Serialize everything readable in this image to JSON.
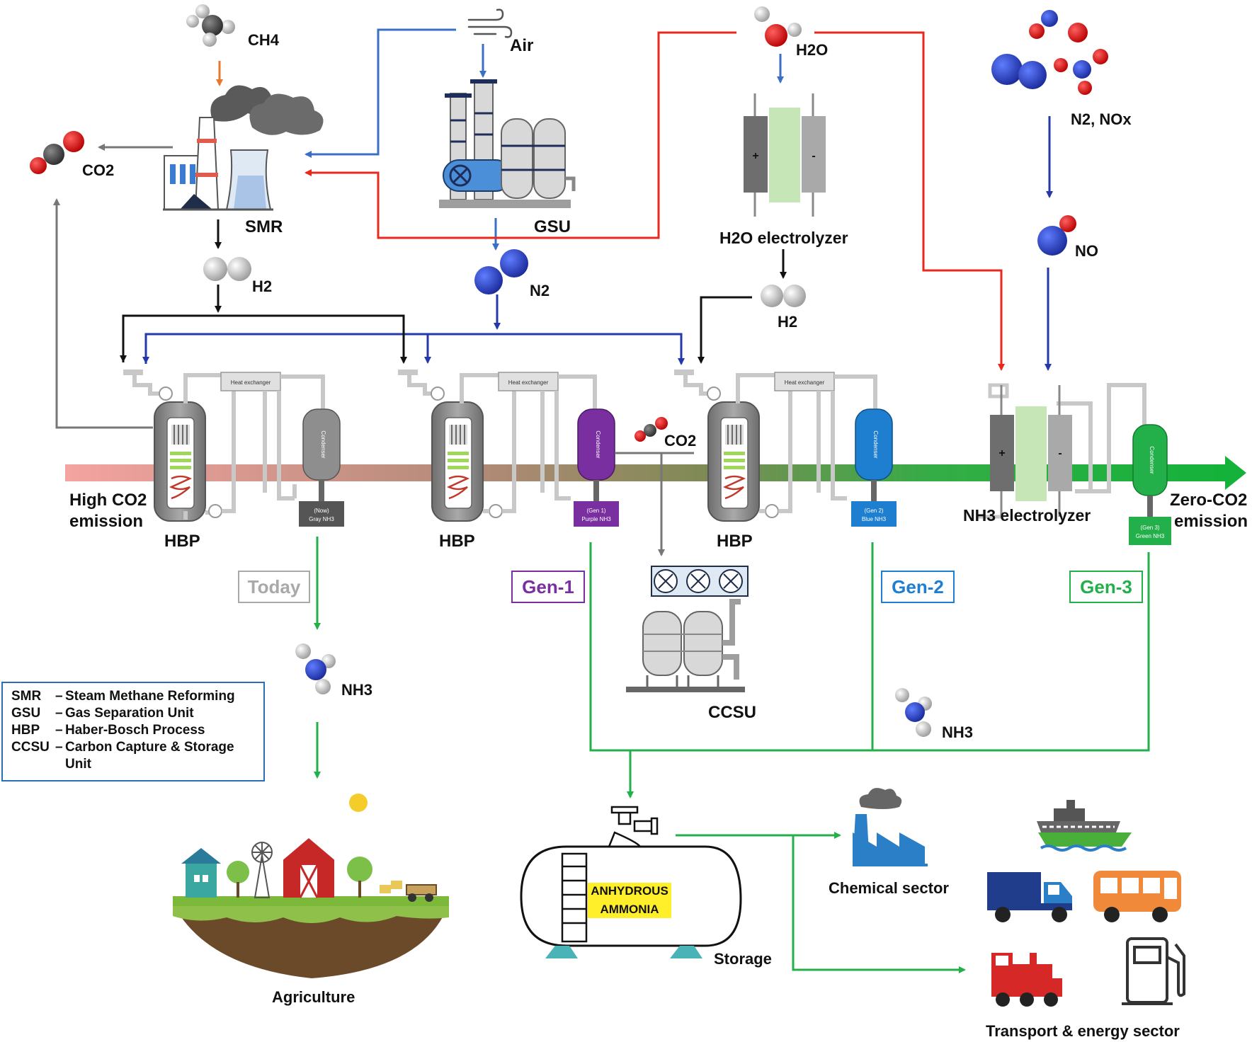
{
  "labels": {
    "ch4": "CH4",
    "air": "Air",
    "h2o": "H2O",
    "n2_nox": "N2, NOx",
    "co2_left": "CO2",
    "smr": "SMR",
    "gsu": "GSU",
    "h2o_electrolyzer": "H2O electrolyzer",
    "no": "NO",
    "h2_left": "H2",
    "n2_center": "N2",
    "h2_right": "H2",
    "co2_center": "CO2",
    "high_co2": "High CO2",
    "high_co2_line2": "emission",
    "zero_co2": "Zero-CO2",
    "zero_co2_line2": "emission",
    "hbp_1": "HBP",
    "hbp_2": "HBP",
    "hbp_3": "HBP",
    "nh3_electrolyzer": "NH3 electrolyzer",
    "ccsu": "CCSU",
    "nh3_left": "NH3",
    "nh3_right": "NH3",
    "agriculture": "Agriculture",
    "storage": "Storage",
    "chemical_sector": "Chemical sector",
    "transport_energy": "Transport & energy sector",
    "tank_line1": "ANHYDROUS",
    "tank_line2": "AMMONIA",
    "heat_exchanger": "Heat exchanger",
    "condenser": "Condenser"
  },
  "generations": [
    {
      "label": "Today",
      "color": "#a9a9a9",
      "product_line1": "(Now)",
      "product_line2": "Gray NH3"
    },
    {
      "label": "Gen-1",
      "color": "#7a2fa0",
      "product_line1": "(Gen 1)",
      "product_line2": "Purple NH3"
    },
    {
      "label": "Gen-2",
      "color": "#1e7fd0",
      "product_line1": "(Gen 2)",
      "product_line2": "Blue NH3"
    },
    {
      "label": "Gen-3",
      "color": "#23b04a",
      "product_line1": "(Gen 3)",
      "product_line2": "Green NH3"
    }
  ],
  "legend": [
    {
      "abbr": "SMR",
      "desc": "Steam Methane Reforming"
    },
    {
      "abbr": "GSU",
      "desc": "Gas Separation Unit"
    },
    {
      "abbr": "HBP",
      "desc": "Haber-Bosch Process"
    },
    {
      "abbr": "CCSU",
      "desc": "Carbon Capture & Storage"
    },
    {
      "abbr": "",
      "desc": "Unit"
    }
  ],
  "electrolyzer_signs": {
    "plus": "+",
    "minus": "-"
  },
  "colors": {
    "hydrogen_line": "#111111",
    "nitrogen_line": "#2438a8",
    "water_line": "#e8291c",
    "co2_line": "#777777",
    "methane_arrow": "#e8772e",
    "product_line": "#23b04a",
    "emission_gradient_start": "#f4a7a0",
    "emission_gradient_end": "#19b43c"
  }
}
